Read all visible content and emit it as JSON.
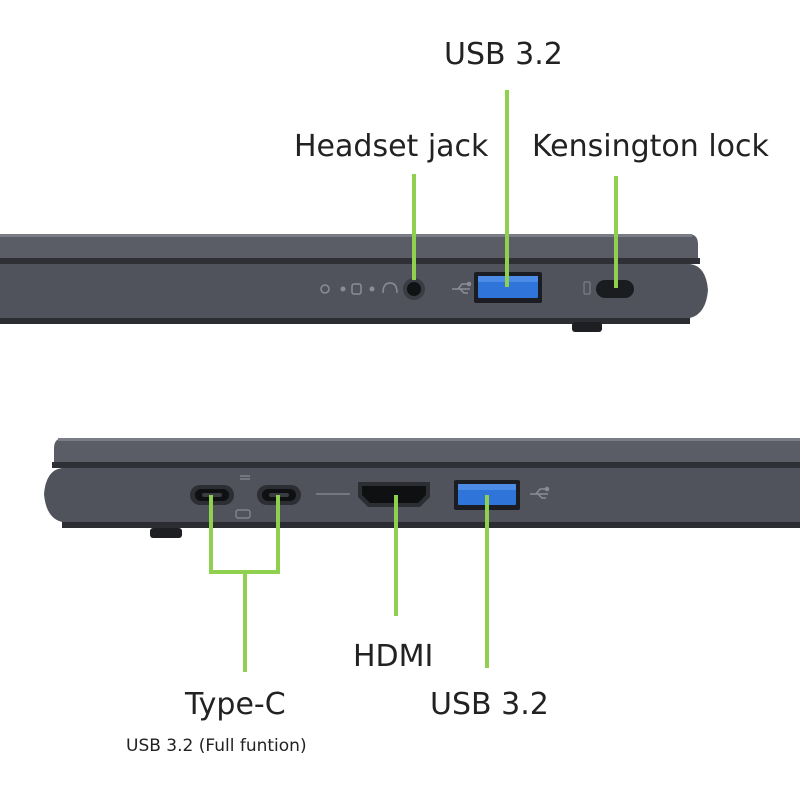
{
  "colors": {
    "background": "#ffffff",
    "chassis": "#545760",
    "chassis_dark": "#3d4047",
    "chassis_light": "#6b6e77",
    "port_black": "#1b1c20",
    "usb_blue": "#2f74d9",
    "callout_green": "#8fd14f",
    "text": "#222222"
  },
  "top_view": {
    "labels": {
      "usb": "USB 3.2",
      "headset": "Headset jack",
      "kensington": "Kensington lock"
    },
    "ports": [
      "led-indicators-icon",
      "headset-jack",
      "usb-a-port",
      "kensington-lock-slot"
    ]
  },
  "bottom_view": {
    "labels": {
      "type_c": "Type-C",
      "type_c_detail": "USB 3.2 (Full funtion)",
      "hdmi": "HDMI",
      "usb": "USB 3.2"
    },
    "ports": [
      "usb-c-port-1",
      "usb-c-port-2",
      "hdmi-port",
      "usb-a-port"
    ]
  }
}
